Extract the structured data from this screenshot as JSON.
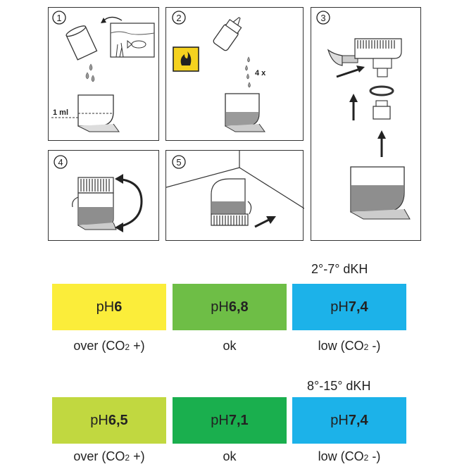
{
  "steps": {
    "step1": {
      "number": "1",
      "measure_label": "1 ml"
    },
    "step2": {
      "number": "2",
      "drops_label": "4 x"
    },
    "step3": {
      "number": "3"
    },
    "step4": {
      "number": "4"
    },
    "step5": {
      "number": "5"
    }
  },
  "charts": [
    {
      "range": "2°-7° dKH",
      "cells": [
        {
          "prefix": "pH",
          "value": "6",
          "color": "#fbed3a",
          "caption_main": "over (CO",
          "caption_sub": "2",
          "caption_end": " +)"
        },
        {
          "prefix": "pH",
          "value": "6,8",
          "color": "#6ebe46",
          "caption_main": "ok",
          "caption_sub": "",
          "caption_end": ""
        },
        {
          "prefix": "pH",
          "value": "7,4",
          "color": "#1cb2e9",
          "caption_main": "low (CO",
          "caption_sub": "2",
          "caption_end": " -)"
        }
      ]
    },
    {
      "range": "8°-15° dKH",
      "cells": [
        {
          "prefix": "pH",
          "value": "6,5",
          "color": "#c1d840",
          "caption_main": "over (CO",
          "caption_sub": "2",
          "caption_end": " +)"
        },
        {
          "prefix": "pH",
          "value": "7,1",
          "color": "#1aaf4e",
          "caption_main": "ok",
          "caption_sub": "",
          "caption_end": ""
        },
        {
          "prefix": "pH",
          "value": "7,4",
          "color": "#1cb2e9",
          "caption_main": "low (CO",
          "caption_sub": "2",
          "caption_end": " -)"
        }
      ]
    }
  ]
}
